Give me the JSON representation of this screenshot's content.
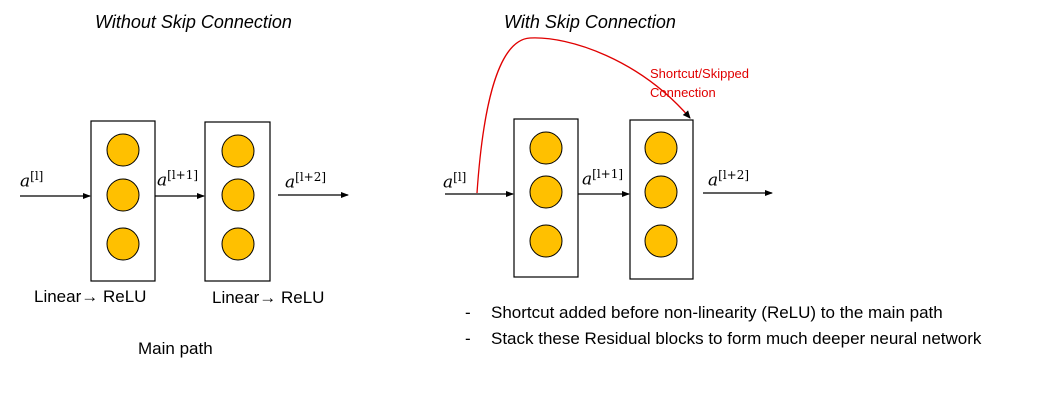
{
  "left": {
    "title": "Without Skip Connection",
    "input_label": {
      "var": "a",
      "sup": "[l]"
    },
    "mid_label": {
      "var": "a",
      "sup": "[l+1]"
    },
    "output_label": {
      "var": "a",
      "sup": "[l+2]"
    },
    "layer1_label": "Linear→ ReLU",
    "layer2_label": "Linear→ ReLU",
    "caption": "Main path"
  },
  "right": {
    "title": "With Skip Connection",
    "input_label": {
      "var": "a",
      "sup": "[l]"
    },
    "mid_label": {
      "var": "a",
      "sup": "[l+1]"
    },
    "output_label": {
      "var": "a",
      "sup": "[l+2]"
    },
    "shortcut_label": "Shortcut/Skipped Connection",
    "bullets": [
      "Shortcut added before non-linearity (ReLU) to the main path",
      "Stack these Residual blocks to form much deeper neural network"
    ],
    "bullet_marker": "-"
  },
  "colors": {
    "neuron_fill": "#FFC000",
    "shortcut": "#E00000",
    "stroke": "#000000"
  }
}
